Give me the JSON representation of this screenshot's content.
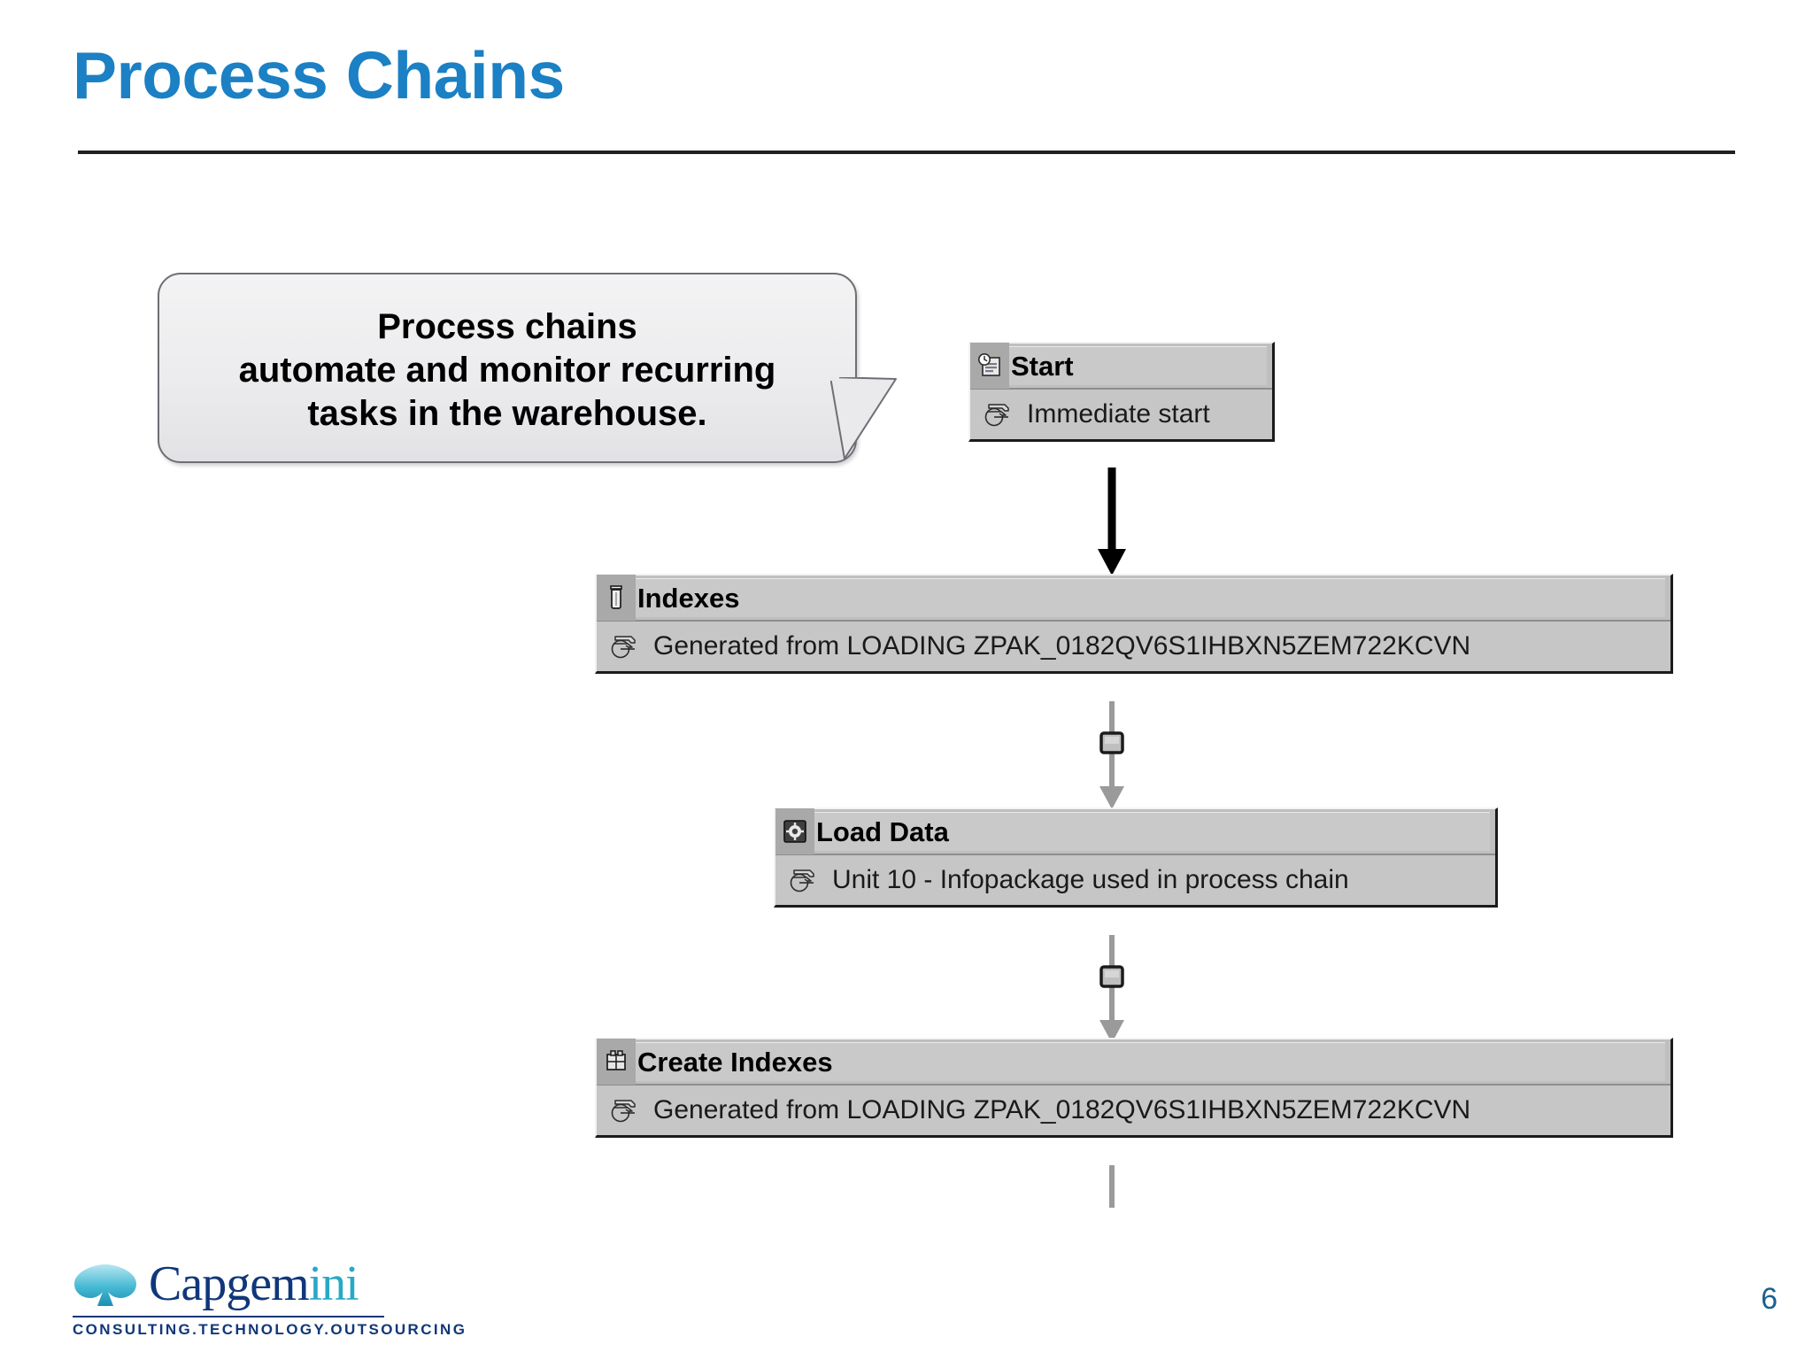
{
  "slide": {
    "title": "Process Chains",
    "page_number": "6",
    "accent_color": "#1b80c4",
    "rule_color": "#231f20"
  },
  "callout": {
    "name": "process-chains-callout",
    "lines": [
      "Process chains",
      "automate and monitor recurring",
      "tasks in the warehouse."
    ],
    "fill_color": "#ececee",
    "border_color": "#6e6e75"
  },
  "diagram": {
    "type": "process-chain-flow",
    "nodes": [
      {
        "id": "start",
        "title": "Start",
        "subtitle": "Immediate start",
        "title_icon": "clock-schedule-icon",
        "subtitle_icon": "process-variant-icon"
      },
      {
        "id": "indexes",
        "title": "Indexes",
        "subtitle": "Generated from LOADING ZPAK_0182QV6S1IHBXN5ZEM722KCVN",
        "title_icon": "delete-index-trash-icon",
        "subtitle_icon": "process-variant-icon"
      },
      {
        "id": "load-data",
        "title": "Load Data",
        "subtitle": "Unit 10 - Infopackage used in process chain",
        "title_icon": "gear-icon",
        "subtitle_icon": "process-variant-icon"
      },
      {
        "id": "create-indexes",
        "title": "Create Indexes",
        "subtitle": "Generated from LOADING ZPAK_0182QV6S1IHBXN5ZEM722KCVN",
        "title_icon": "create-index-icon",
        "subtitle_icon": "process-variant-icon"
      }
    ],
    "connectors": [
      {
        "id": "start-to-indexes",
        "style": "black-arrow",
        "from": "start",
        "to": "indexes"
      },
      {
        "id": "indexes-to-load-data",
        "style": "gray-arrow-node",
        "from": "indexes",
        "to": "load-data"
      },
      {
        "id": "load-data-to-create-indexes",
        "style": "gray-arrow-node",
        "from": "load-data",
        "to": "create-indexes"
      },
      {
        "id": "create-indexes-onward",
        "style": "gray-stub",
        "from": "create-indexes",
        "to": ""
      }
    ],
    "node_fill": "#c6c6c6",
    "node_border": "#1b1b1b"
  },
  "footer": {
    "logo_word_main": "Capgem",
    "logo_word_tail": "ini",
    "logo_tagline": "CONSULTING.TECHNOLOGY.OUTSOURCING",
    "logo_color": "#10377a",
    "logo_accent": "#27a9c6"
  }
}
